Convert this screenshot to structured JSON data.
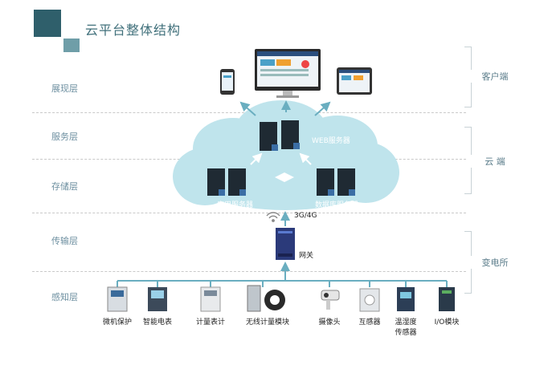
{
  "title": "云平台整体结构",
  "layers": [
    "展现层",
    "服务层",
    "存储层",
    "传输层",
    "感知层"
  ],
  "groups": [
    "客户端",
    "云  端",
    "变电所"
  ],
  "servers": {
    "web": "WEB服务器",
    "app": "应用服务器",
    "db": "数据库服务器"
  },
  "network": "3G/4G",
  "gateway": "网关",
  "devices": [
    "微机保护",
    "智能电表",
    "计量表计",
    "无线计量模块",
    "摄像头",
    "互感器",
    "温湿度\n传感器",
    "I/O模块"
  ],
  "colors": {
    "accent_dark": "#2f5f6b",
    "accent_light": "#6f9ea8",
    "cloud": "#bfe4ec",
    "arrow": "#6aaec0"
  }
}
